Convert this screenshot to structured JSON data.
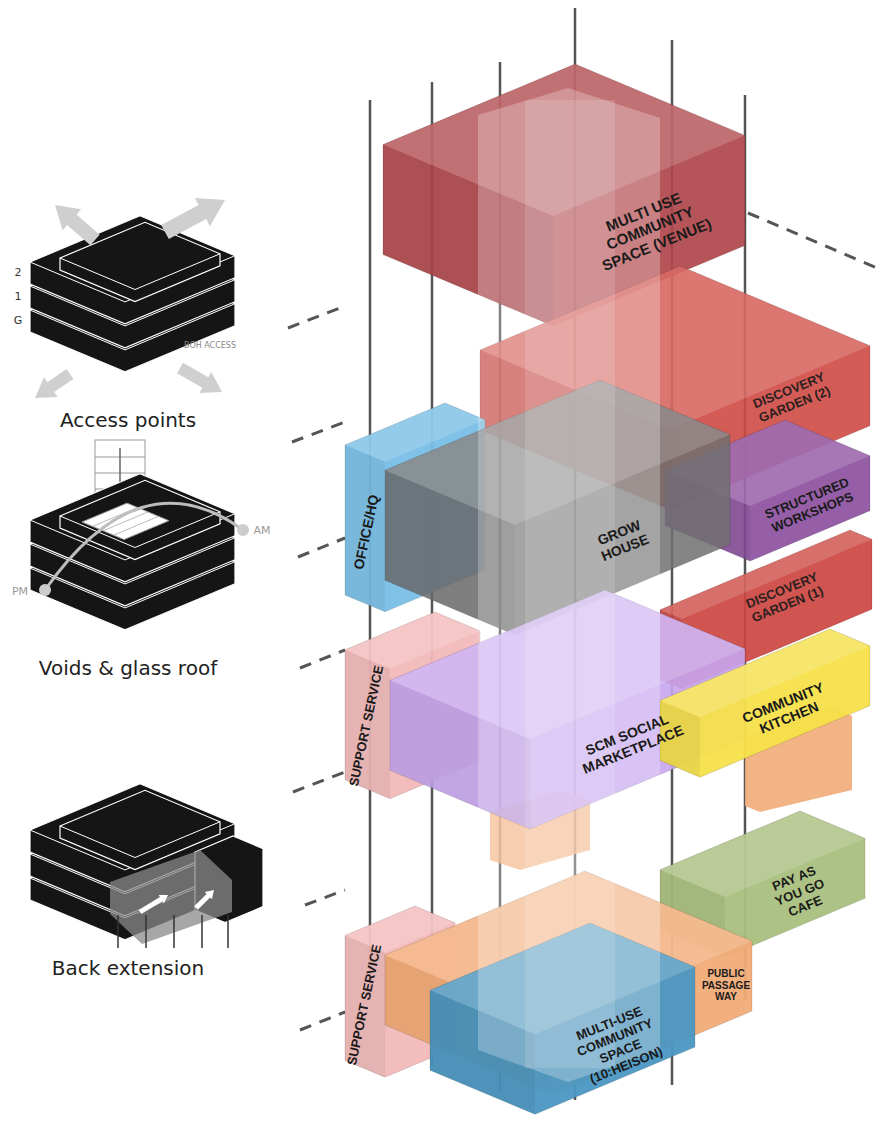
{
  "diagram": {
    "nodes": [
      {
        "text": [
          "MULTI USE COMMUNITY SPACE (VENUE)"
        ]
      },
      {
        "text": [
          "DISCOVERY GARDEN (2)"
        ]
      },
      {
        "text": [
          "OFFICE/HQ"
        ]
      },
      {
        "text": [
          "STRUCTURED WORKSHOPS"
        ]
      },
      {
        "text": [
          "GROW HOUSE"
        ]
      },
      {
        "text": [
          "DISCOVERY GARDEN (1)"
        ]
      },
      {
        "text": [
          "SUPPORT SERVICE"
        ]
      },
      {
        "text": [
          "SCM SOCIAL MARKETPLACE"
        ]
      },
      {
        "text": [
          "COMMUNITY KITCHEN"
        ]
      },
      {
        "text": [
          "PAY AS YOU GO CAFE"
        ]
      },
      {
        "text": [
          "SUPPORT SERVICE"
        ]
      },
      {
        "text": [
          "PUBLIC PASSAGE WAY"
        ]
      },
      {
        "text": [
          "MULTI-USE COMMUNITY SPACE (10:HEISON)"
        ]
      }
    ],
    "labels": [
      "2",
      "1",
      "G",
      "BOH ACCESS",
      "Access points",
      "AM",
      "PM",
      "Voids & glass roof",
      "Back extension"
    ]
  }
}
